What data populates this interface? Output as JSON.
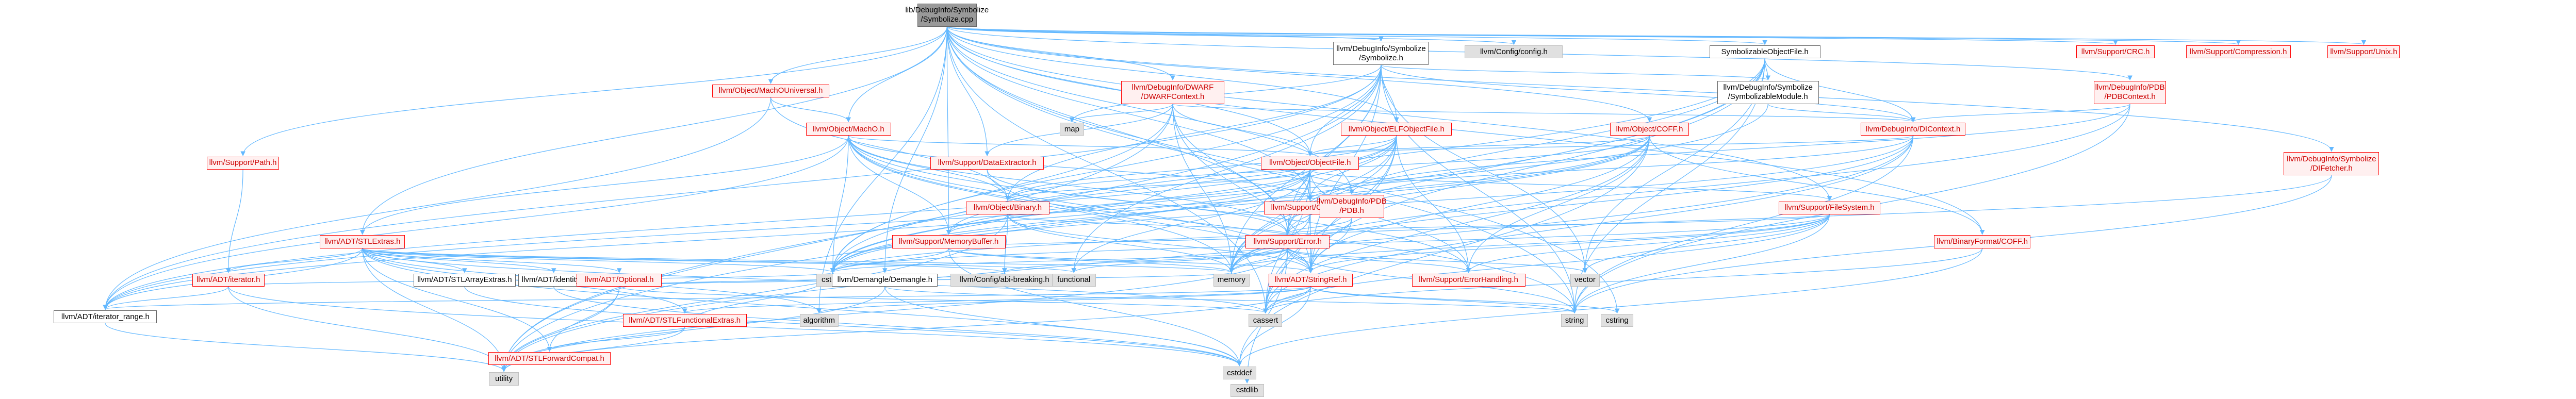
{
  "colors": {
    "edge": "#63b8ff",
    "red_text": "#cc0000",
    "red_border": "#ff0000",
    "gray_fill": "#e0e0e0",
    "root_fill": "#999999"
  },
  "nodes": [
    {
      "id": "root",
      "label": "lib/DebugInfo/Symbolize\n/Symbolize.cpp",
      "kind": "root"
    },
    {
      "id": "sym_h",
      "label": "llvm/DebugInfo/Symbolize\n/Symbolize.h",
      "kind": "plain"
    },
    {
      "id": "config",
      "label": "llvm/Config/config.h",
      "kind": "gray"
    },
    {
      "id": "symobj",
      "label": "SymbolizableObjectFile.h",
      "kind": "plain"
    },
    {
      "id": "crc",
      "label": "llvm/Support/CRC.h",
      "kind": "red"
    },
    {
      "id": "compr",
      "label": "llvm/Support/Compression.h",
      "kind": "red"
    },
    {
      "id": "srcmgr",
      "label": "llvm/Support/Unix.h",
      "kind": "red"
    },
    {
      "id": "macho_univ",
      "label": "llvm/Object/MachOUniversal.h",
      "kind": "red"
    },
    {
      "id": "dwarf_ctx",
      "label": "llvm/DebugInfo/DWARF\n/DWARFContext.h",
      "kind": "red"
    },
    {
      "id": "symmod",
      "label": "llvm/DebugInfo/Symbolize\n/SymbolizableModule.h",
      "kind": "plain"
    },
    {
      "id": "pdbctx",
      "label": "llvm/DebugInfo/PDB\n/PDBContext.h",
      "kind": "red"
    },
    {
      "id": "macho",
      "label": "llvm/Object/MachO.h",
      "kind": "red"
    },
    {
      "id": "map",
      "label": "map",
      "kind": "gray"
    },
    {
      "id": "elfobj",
      "label": "llvm/Object/ELFObjectFile.h",
      "kind": "red"
    },
    {
      "id": "coff",
      "label": "llvm/Object/COFF.h",
      "kind": "red"
    },
    {
      "id": "dicontext",
      "label": "llvm/DebugInfo/DIContext.h",
      "kind": "red"
    },
    {
      "id": "path",
      "label": "llvm/Support/Path.h",
      "kind": "red"
    },
    {
      "id": "dataext",
      "label": "llvm/Support/DataExtractor.h",
      "kind": "red"
    },
    {
      "id": "objfile",
      "label": "llvm/Object/ObjectFile.h",
      "kind": "red"
    },
    {
      "id": "difetch",
      "label": "llvm/DebugInfo/Symbolize\n/DIFetcher.h",
      "kind": "red"
    },
    {
      "id": "binary",
      "label": "llvm/Object/Binary.h",
      "kind": "red"
    },
    {
      "id": "casting",
      "label": "llvm/Support/Casting.h",
      "kind": "red"
    },
    {
      "id": "pdb_h",
      "label": "llvm/DebugInfo/PDB\n/PDB.h",
      "kind": "red"
    },
    {
      "id": "fs",
      "label": "llvm/Support/FileSystem.h",
      "kind": "red"
    },
    {
      "id": "binfmt_coff",
      "label": "llvm/BinaryFormat/COFF.h",
      "kind": "red"
    },
    {
      "id": "stlextras",
      "label": "llvm/ADT/STLExtras.h",
      "kind": "red"
    },
    {
      "id": "membuf",
      "label": "llvm/Support/MemoryBuffer.h",
      "kind": "red"
    },
    {
      "id": "error",
      "label": "llvm/Support/Error.h",
      "kind": "red"
    },
    {
      "id": "iterator",
      "label": "llvm/ADT/iterator.h",
      "kind": "red"
    },
    {
      "id": "arrayextras",
      "label": "llvm/ADT/STLArrayExtras.h",
      "kind": "plain"
    },
    {
      "id": "identity",
      "label": "llvm/ADT/identity.h",
      "kind": "plain"
    },
    {
      "id": "optional",
      "label": "llvm/ADT/Optional.h",
      "kind": "red"
    },
    {
      "id": "cstdint",
      "label": "cstdint",
      "kind": "gray"
    },
    {
      "id": "demangle",
      "label": "llvm/Demangle/Demangle.h",
      "kind": "plain"
    },
    {
      "id": "compiler",
      "label": "llvm/Config/abi-breaking.h",
      "kind": "gray"
    },
    {
      "id": "functional",
      "label": "functional",
      "kind": "gray"
    },
    {
      "id": "memory",
      "label": "memory",
      "kind": "gray"
    },
    {
      "id": "stringref",
      "label": "llvm/ADT/StringRef.h",
      "kind": "red"
    },
    {
      "id": "errhandling",
      "label": "llvm/Support/ErrorHandling.h",
      "kind": "red"
    },
    {
      "id": "vector",
      "label": "vector",
      "kind": "gray"
    },
    {
      "id": "cstddef",
      "label": "cstddef",
      "kind": "gray"
    },
    {
      "id": "iter_range",
      "label": "llvm/ADT/iterator_range.h",
      "kind": "plain"
    },
    {
      "id": "fnextras",
      "label": "llvm/ADT/STLFunctionalExtras.h",
      "kind": "red"
    },
    {
      "id": "algorithm",
      "label": "algorithm",
      "kind": "gray"
    },
    {
      "id": "cassert",
      "label": "cassert",
      "kind": "gray"
    },
    {
      "id": "string",
      "label": "string",
      "kind": "gray"
    },
    {
      "id": "cstring",
      "label": "cstring",
      "kind": "gray"
    },
    {
      "id": "fwdcompat",
      "label": "llvm/ADT/STLForwardCompat.h",
      "kind": "red"
    },
    {
      "id": "utility",
      "label": "utility",
      "kind": "gray"
    },
    {
      "id": "cstdlib",
      "label": "cstdlib",
      "kind": "gray"
    }
  ],
  "edges": [
    [
      "root",
      "sym_h"
    ],
    [
      "root",
      "config"
    ],
    [
      "root",
      "symobj"
    ],
    [
      "root",
      "crc"
    ],
    [
      "root",
      "compr"
    ],
    [
      "root",
      "srcmgr"
    ],
    [
      "root",
      "macho_univ"
    ],
    [
      "root",
      "dwarf_ctx"
    ],
    [
      "root",
      "pdbctx"
    ],
    [
      "root",
      "macho"
    ],
    [
      "root",
      "elfobj"
    ],
    [
      "root",
      "coff"
    ],
    [
      "root",
      "path"
    ],
    [
      "root",
      "dataext"
    ],
    [
      "root",
      "objfile"
    ],
    [
      "root",
      "difetch"
    ],
    [
      "root",
      "casting"
    ],
    [
      "root",
      "pdb_h"
    ],
    [
      "root",
      "fs"
    ],
    [
      "root",
      "binfmt_coff"
    ],
    [
      "root",
      "stlextras"
    ],
    [
      "root",
      "membuf"
    ],
    [
      "root",
      "error"
    ],
    [
      "root",
      "demangle"
    ],
    [
      "root",
      "string"
    ],
    [
      "root",
      "cstring"
    ],
    [
      "root",
      "algorithm"
    ],
    [
      "root",
      "cassert"
    ],
    [
      "sym_h",
      "symmod"
    ],
    [
      "sym_h",
      "dicontext"
    ],
    [
      "sym_h",
      "objfile"
    ],
    [
      "sym_h",
      "binary"
    ],
    [
      "sym_h",
      "elfobj"
    ],
    [
      "sym_h",
      "error"
    ],
    [
      "sym_h",
      "map"
    ],
    [
      "sym_h",
      "memory"
    ],
    [
      "sym_h",
      "string"
    ],
    [
      "sym_h",
      "vector"
    ],
    [
      "sym_h",
      "iter_range"
    ],
    [
      "sym_h",
      "cstdint"
    ],
    [
      "sym_h",
      "utility"
    ],
    [
      "sym_h",
      "stringref"
    ],
    [
      "sym_h",
      "functional"
    ],
    [
      "symobj",
      "symmod"
    ],
    [
      "symobj",
      "dicontext"
    ],
    [
      "symobj",
      "error"
    ],
    [
      "symobj",
      "cstdint"
    ],
    [
      "symobj",
      "memory"
    ],
    [
      "symobj",
      "string"
    ],
    [
      "symobj",
      "utility"
    ],
    [
      "symobj",
      "vector"
    ],
    [
      "symobj",
      "stringref"
    ],
    [
      "macho_univ",
      "macho"
    ],
    [
      "macho_univ",
      "binary"
    ],
    [
      "macho_univ",
      "iter_range"
    ],
    [
      "dwarf_ctx",
      "dicontext"
    ],
    [
      "dwarf_ctx",
      "objfile"
    ],
    [
      "dwarf_ctx",
      "dataext"
    ],
    [
      "dwarf_ctx",
      "error"
    ],
    [
      "dwarf_ctx",
      "map"
    ],
    [
      "dwarf_ctx",
      "memory"
    ],
    [
      "dwarf_ctx",
      "cstdint"
    ],
    [
      "dwarf_ctx",
      "utility"
    ],
    [
      "dwarf_ctx",
      "stringref"
    ],
    [
      "symmod",
      "dicontext"
    ],
    [
      "symmod",
      "cstdint"
    ],
    [
      "pdbctx",
      "dicontext"
    ],
    [
      "pdbctx",
      "memory"
    ],
    [
      "pdbctx",
      "string"
    ],
    [
      "pdbctx",
      "pdb_h"
    ],
    [
      "macho",
      "objfile"
    ],
    [
      "macho",
      "binary"
    ],
    [
      "macho",
      "error"
    ],
    [
      "macho",
      "memory"
    ],
    [
      "macho",
      "string"
    ],
    [
      "macho",
      "cstdint"
    ],
    [
      "macho",
      "iter_range"
    ],
    [
      "macho",
      "stringref"
    ],
    [
      "macho",
      "errhandling"
    ],
    [
      "macho",
      "membuf"
    ],
    [
      "macho",
      "casting"
    ],
    [
      "macho",
      "stlextras"
    ],
    [
      "elfobj",
      "objfile"
    ],
    [
      "elfobj",
      "binary"
    ],
    [
      "elfobj",
      "error"
    ],
    [
      "elfobj",
      "casting"
    ],
    [
      "elfobj",
      "memory"
    ],
    [
      "elfobj",
      "errhandling"
    ],
    [
      "elfobj",
      "iter_range"
    ],
    [
      "elfobj",
      "cassert"
    ],
    [
      "elfobj",
      "cstdint"
    ],
    [
      "elfobj",
      "membuf"
    ],
    [
      "elfobj",
      "stringref"
    ],
    [
      "coff",
      "objfile"
    ],
    [
      "coff",
      "binary"
    ],
    [
      "coff",
      "binfmt_coff"
    ],
    [
      "coff",
      "error"
    ],
    [
      "coff",
      "errhandling"
    ],
    [
      "coff",
      "cassert"
    ],
    [
      "coff",
      "cstddef"
    ],
    [
      "coff",
      "cstdint"
    ],
    [
      "coff",
      "system"
    ],
    [
      "coff",
      "iter_range"
    ],
    [
      "coff",
      "stringref"
    ],
    [
      "dicontext",
      "objfile"
    ],
    [
      "dicontext",
      "casting"
    ],
    [
      "dicontext",
      "memory"
    ],
    [
      "dicontext",
      "string"
    ],
    [
      "dicontext",
      "utility"
    ],
    [
      "dicontext",
      "cassert"
    ],
    [
      "dicontext",
      "cstdint"
    ],
    [
      "dicontext",
      "tuple"
    ],
    [
      "path",
      "iterator"
    ],
    [
      "dataext",
      "stringref"
    ],
    [
      "dataext",
      "error"
    ],
    [
      "objfile",
      "binary"
    ],
    [
      "objfile",
      "error"
    ],
    [
      "objfile",
      "memory"
    ],
    [
      "objfile",
      "membuf"
    ],
    [
      "objfile",
      "casting"
    ],
    [
      "objfile",
      "errhandling"
    ],
    [
      "objfile",
      "iter_range"
    ],
    [
      "objfile",
      "cassert"
    ],
    [
      "objfile",
      "cstdint"
    ],
    [
      "objfile",
      "system"
    ],
    [
      "objfile",
      "stringref"
    ],
    [
      "objfile",
      "functional"
    ],
    [
      "objfile",
      "fs"
    ],
    [
      "difetch",
      "string"
    ],
    [
      "difetch",
      "cstdint"
    ],
    [
      "binary",
      "error"
    ],
    [
      "binary",
      "membuf"
    ],
    [
      "binary",
      "memory"
    ],
    [
      "binary",
      "utility"
    ],
    [
      "binary",
      "stringref"
    ],
    [
      "binary",
      "compiler"
    ],
    [
      "casting",
      "memory"
    ],
    [
      "casting",
      "cassert"
    ],
    [
      "casting",
      "error"
    ],
    [
      "pdb_h",
      "error"
    ],
    [
      "pdb_h",
      "memory"
    ],
    [
      "pdb_h",
      "stringref"
    ],
    [
      "fs",
      "error"
    ],
    [
      "fs",
      "errhandling"
    ],
    [
      "fs",
      "memory"
    ],
    [
      "fs",
      "string"
    ],
    [
      "fs",
      "vector"
    ],
    [
      "fs",
      "cassert"
    ],
    [
      "fs",
      "cstdint"
    ],
    [
      "fs",
      "system"
    ],
    [
      "fs",
      "stringref"
    ],
    [
      "binfmt_coff",
      "cassert"
    ],
    [
      "binfmt_coff",
      "cstddef"
    ],
    [
      "stlextras",
      "iterator"
    ],
    [
      "stlextras",
      "iter_range"
    ],
    [
      "stlextras",
      "arrayextras"
    ],
    [
      "stlextras",
      "identity"
    ],
    [
      "stlextras",
      "optional"
    ],
    [
      "stlextras",
      "fnextras"
    ],
    [
      "stlextras",
      "fwdcompat"
    ],
    [
      "stlextras",
      "compiler"
    ],
    [
      "stlextras",
      "cstdint"
    ],
    [
      "stlextras",
      "algorithm"
    ],
    [
      "stlextras",
      "cassert"
    ],
    [
      "stlextras",
      "cstddef"
    ],
    [
      "stlextras",
      "utility"
    ],
    [
      "stlextras",
      "functional"
    ],
    [
      "stlextras",
      "memory"
    ],
    [
      "membuf",
      "error"
    ],
    [
      "membuf",
      "memory"
    ],
    [
      "membuf",
      "cstddef"
    ],
    [
      "membuf",
      "stringref"
    ],
    [
      "membuf",
      "cstdint"
    ],
    [
      "error",
      "errhandling"
    ],
    [
      "error",
      "cassert"
    ],
    [
      "error",
      "cstdint"
    ],
    [
      "error",
      "cstdlib"
    ],
    [
      "error",
      "memory"
    ],
    [
      "error",
      "string"
    ],
    [
      "error",
      "utility"
    ],
    [
      "error",
      "vector"
    ],
    [
      "error",
      "functional"
    ],
    [
      "error",
      "stringref"
    ],
    [
      "error",
      "compiler"
    ],
    [
      "error",
      "system"
    ],
    [
      "iterator",
      "iter_range"
    ],
    [
      "iterator",
      "cstddef"
    ],
    [
      "iterator",
      "utility"
    ],
    [
      "iterator",
      "cstdint"
    ],
    [
      "arrayextras",
      "cstddef"
    ],
    [
      "identity",
      "cstddef"
    ],
    [
      "optional",
      "fwdcompat"
    ],
    [
      "optional",
      "utility"
    ],
    [
      "optional",
      "cassert"
    ],
    [
      "optional",
      "memory"
    ],
    [
      "optional",
      "compiler"
    ],
    [
      "stringref",
      "fnextras"
    ],
    [
      "stringref",
      "iter_range"
    ],
    [
      "stringref",
      "algorithm"
    ],
    [
      "stringref",
      "cassert"
    ],
    [
      "stringref",
      "cstddef"
    ],
    [
      "stringref",
      "cstring"
    ],
    [
      "stringref",
      "string"
    ],
    [
      "stringref",
      "utility"
    ],
    [
      "stringref",
      "limits"
    ],
    [
      "fnextras",
      "fwdcompat"
    ],
    [
      "fnextras",
      "cstdint"
    ],
    [
      "fnextras",
      "utility"
    ],
    [
      "iter_range",
      "utility"
    ],
    [
      "demangle",
      "string"
    ],
    [
      "demangle",
      "cstddef"
    ],
    [
      "demangle",
      "utility"
    ]
  ]
}
